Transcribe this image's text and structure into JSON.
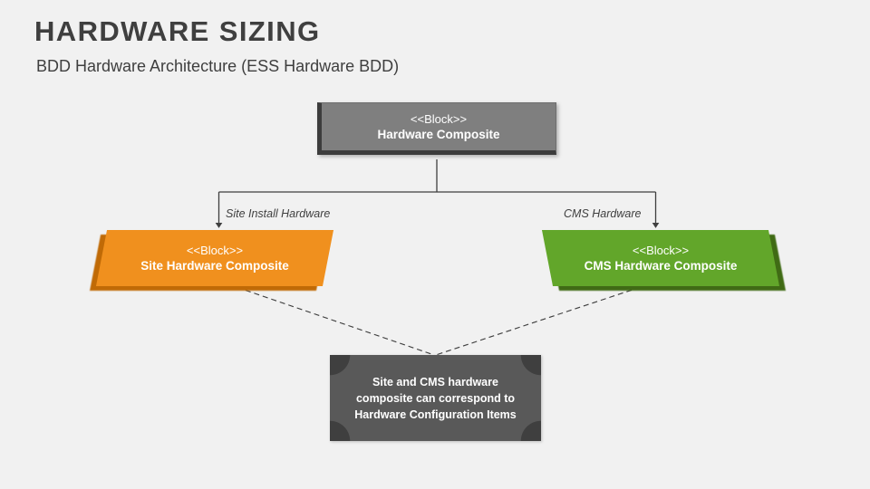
{
  "header": {
    "title": "HARDWARE SIZING",
    "subtitle": "BDD Hardware Architecture (ESS Hardware BDD)"
  },
  "colors": {
    "background": "#f1f1f1",
    "title_text": "#3f3f3f",
    "top_block_fill": "#7f7f7f",
    "top_block_border": "#3c3c3c",
    "orange_fill": "#f0901e",
    "orange_shadow": "#c06a06",
    "green_fill": "#62a62a",
    "green_shadow": "#406b15",
    "note_fill": "#595959",
    "note_corner": "#3f3f3f",
    "connector_line": "#3f3f3f"
  },
  "diagram": {
    "root_block": {
      "stereotype": "<<Block>>",
      "name": "Hardware Composite"
    },
    "edges": [
      {
        "label": "Site Install Hardware"
      },
      {
        "label": "CMS Hardware"
      }
    ],
    "child_blocks": [
      {
        "stereotype": "<<Block>>",
        "name": "Site Hardware Composite",
        "fill": "#f0901e"
      },
      {
        "stereotype": "<<Block>>",
        "name": "CMS Hardware Composite",
        "fill": "#62a62a"
      }
    ],
    "note": {
      "line1": "Site and CMS hardware",
      "line2": "composite can correspond to",
      "line3": "Hardware Configuration Items"
    }
  }
}
